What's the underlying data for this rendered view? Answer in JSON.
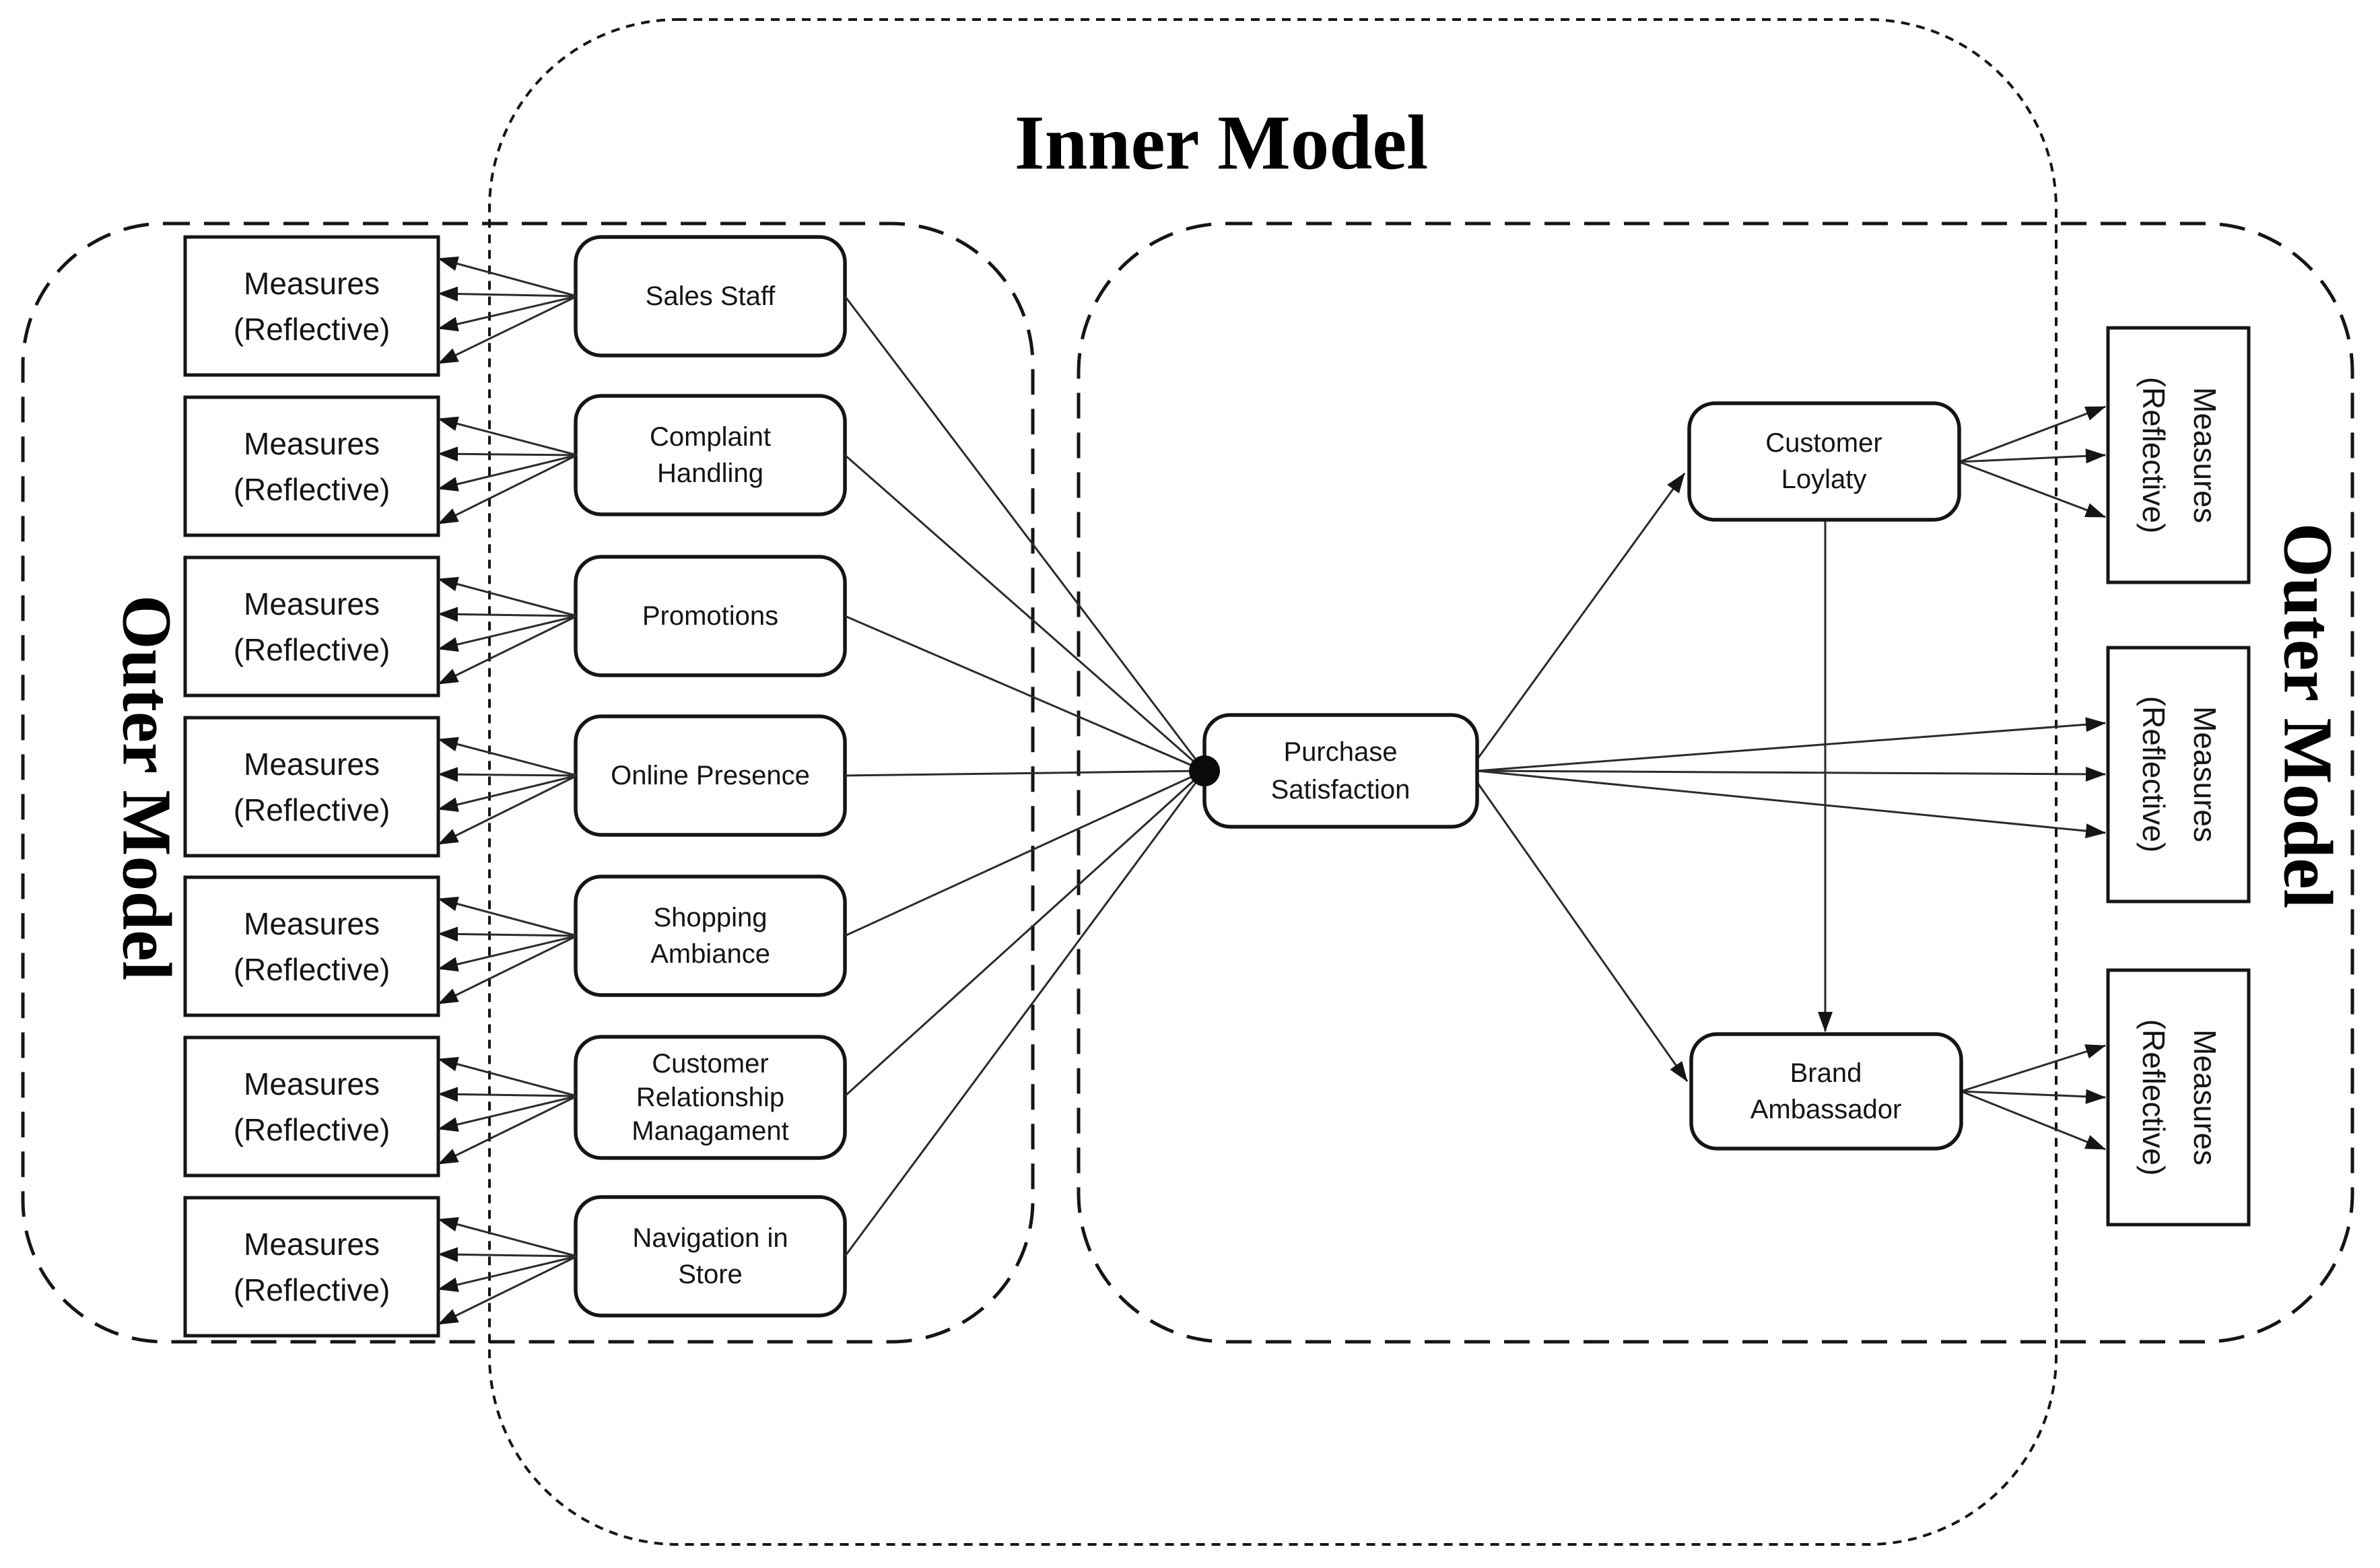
{
  "diagram": {
    "inner_title": "Inner Model",
    "outer_left_title": "Outer Model",
    "outer_right_title": "Outer Model",
    "measures_box": {
      "line1": "Measures",
      "line2": "(Reflective)"
    },
    "constructs": [
      {
        "name": "Sales Staff",
        "lines": [
          "Sales Staff"
        ]
      },
      {
        "name": "Complaint Handling",
        "lines": [
          "Complaint",
          "Handling"
        ]
      },
      {
        "name": "Promotions",
        "lines": [
          "Promotions"
        ]
      },
      {
        "name": "Online Presence",
        "lines": [
          "Online Presence"
        ]
      },
      {
        "name": "Shopping Ambiance",
        "lines": [
          "Shopping",
          "Ambiance"
        ]
      },
      {
        "name": "Customer Relationship Managament",
        "lines": [
          "Customer",
          "Relationship",
          "Managament"
        ]
      },
      {
        "name": "Navigation in Store",
        "lines": [
          "Navigation in",
          "Store"
        ]
      }
    ],
    "purchase_satisfaction": {
      "lines": [
        "Purchase",
        "Satisfaction"
      ]
    },
    "customer_loyalty": {
      "lines": [
        "Customer",
        "Loylaty"
      ]
    },
    "brand_ambassador": {
      "lines": [
        "Brand",
        "Ambassador"
      ]
    },
    "colors": {
      "ink": "#151515",
      "line": "#2b2b2b",
      "background": "#ffffff"
    }
  }
}
